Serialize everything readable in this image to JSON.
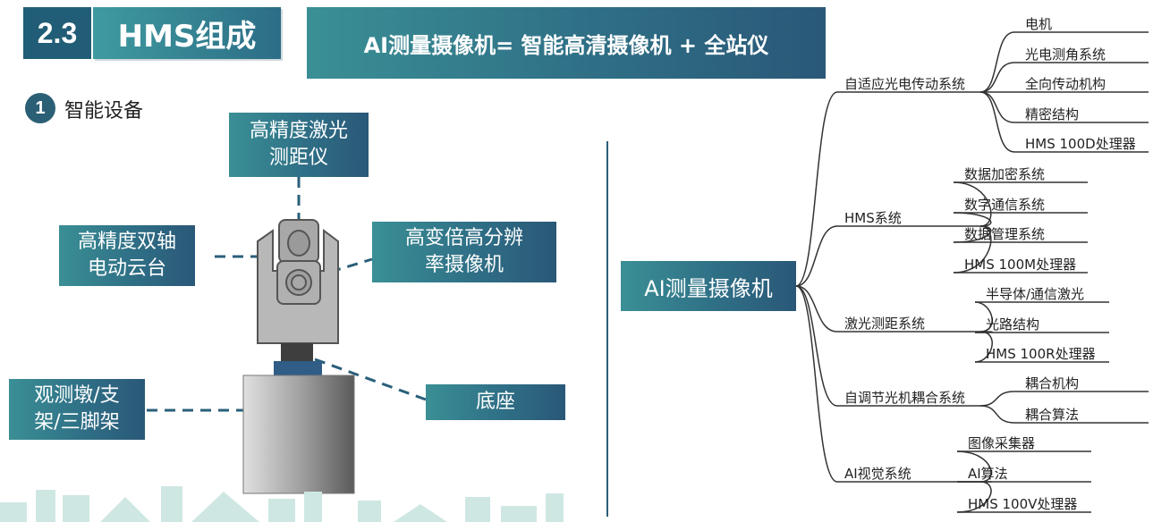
{
  "header": {
    "section_number": "2.3",
    "section_title": "HMS组成",
    "formula": "AI测量摄像机= 智能高清摄像机 + 全站仪"
  },
  "subsection": {
    "number": "1",
    "title": "智能设备"
  },
  "device_diagram": {
    "callouts": {
      "rangefinder": "高精度激光\n测距仪",
      "gimbal": "高精度双轴\n电动云台",
      "camera": "高变倍高分辨\n率摄像机",
      "base": "底座",
      "mount": "观测墩/支\n架/三脚架"
    }
  },
  "mind_map": {
    "root": "AI测量摄像机",
    "branches": [
      {
        "label": "自适应光电传动系统",
        "children": [
          "电机",
          "光电测角系统",
          "全向传动机构",
          "精密结构",
          "HMS 100D处理器"
        ]
      },
      {
        "label": "HMS系统",
        "children": [
          "数据加密系统",
          "数字通信系统",
          "数据管理系统",
          "HMS 100M处理器"
        ]
      },
      {
        "label": "激光测距系统",
        "children": [
          "半导体/通信激光",
          "光路结构",
          "HMS 100R处理器"
        ]
      },
      {
        "label": "自调节光机耦合系统",
        "children": [
          "耦合机构",
          "耦合算法"
        ]
      },
      {
        "label": "AI视觉系统",
        "children": [
          "图像采集器",
          "AI算法",
          "HMS 100V处理器"
        ]
      }
    ]
  },
  "colors": {
    "teal_light": "#3f9aa0",
    "teal_dark": "#2a5878",
    "dashed_line": "#2a5f7a",
    "device_gray": "#b5b5b5",
    "mindmap_line": "#333333"
  }
}
